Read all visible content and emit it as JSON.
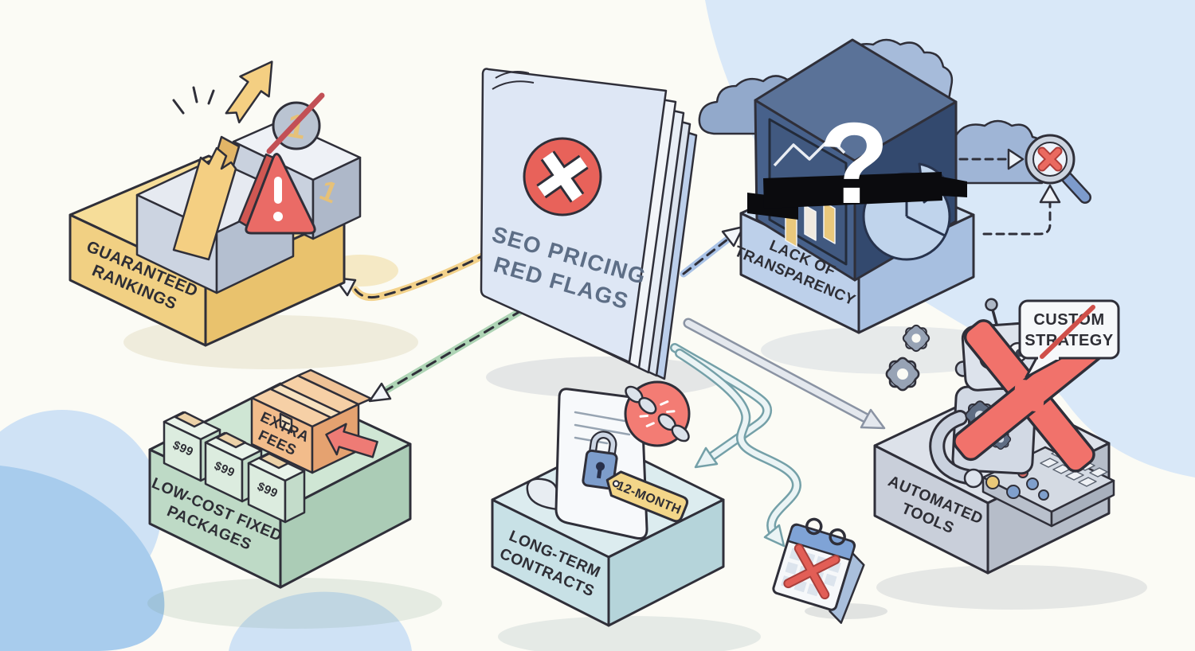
{
  "scene": {
    "center_book": {
      "title_line1": "SEO PRICING",
      "title_line2": "RED FLAGS"
    },
    "guaranteed_rankings": {
      "label_line1": "GUARANTEED",
      "label_line2": "RANKINGS",
      "podium_rank": "1",
      "coin_rank": "1"
    },
    "lack_of_transparency": {
      "label_line1": "LACK OF",
      "label_line2": "TRANSPARENCY",
      "question_mark": "?"
    },
    "low_cost_fixed_packages": {
      "label_line1": "LOW-COST FIXED",
      "label_line2": "PACKAGES",
      "box_prices": [
        "$99",
        "$99",
        "$99"
      ],
      "extra_fees_line1": "EXTRA",
      "extra_fees_line2": "FEES"
    },
    "long_term_contracts": {
      "label_line1": "LONG-TERM",
      "label_line2": "CONTRACTS",
      "tag_label": "12-MONTH"
    },
    "automated_tools": {
      "label_line1": "AUTOMATED",
      "label_line2": "TOOLS",
      "speech_line1": "CUSTOM",
      "speech_line2": "STRATEGY"
    }
  },
  "icons": {
    "book_badge": "x-circle-icon",
    "rankings_arrow": "broken-growth-arrow-icon",
    "rankings_no1_coin": "crossed-number-one-icon",
    "rankings_warning": "warning-triangle-icon",
    "transparency_question": "question-mark-icon",
    "transparency_censor": "censor-bar-icon",
    "transparency_magnifier": "magnifier-x-icon",
    "packages_extra_box": "cardboard-box-icon",
    "packages_hidden_arrow": "hidden-fees-arrow-icon",
    "contracts_scroll": "contract-scroll-icon",
    "contracts_lock": "padlock-icon",
    "contracts_chain": "broken-chain-icon",
    "tools_robot": "robot-icon",
    "tools_gear": "gear-icon",
    "tools_rejection": "x-mark-icon",
    "calendar": "calendar-x-icon"
  },
  "palette": {
    "background": "#fbfbf5",
    "blob_light": "#d9e8f8",
    "blob_medium": "#a8cced",
    "outline": "#2f2f39",
    "alert_red": "#e8625a",
    "gold": "#f2cc7e",
    "rankings_yellow": "#f4d88e",
    "transparency_navy": "#47618b",
    "transparency_platform_blue": "#c5d8ef",
    "packages_green": "#c9e2cf",
    "contracts_teal": "#d8eaed",
    "tools_gray": "#d9dee7",
    "lock_blue": "#7d9dcb",
    "tag_yellow": "#f3d689",
    "calendar_header_blue": "#7fa3d6"
  }
}
